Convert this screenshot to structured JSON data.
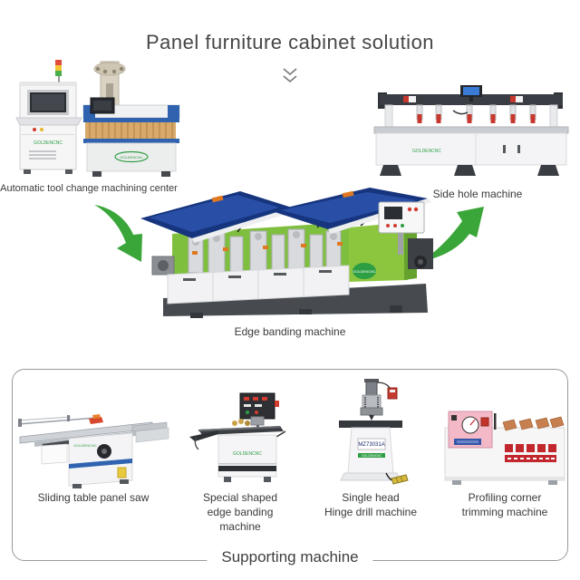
{
  "header": {
    "title": "Panel furniture cabinet solution",
    "chevron_icon": "double-chevron-down"
  },
  "flow": {
    "machines": [
      {
        "id": "atc",
        "label": "Automatic tool change machining center"
      },
      {
        "id": "edge_bander",
        "label": "Edge banding machine"
      },
      {
        "id": "side_hole",
        "label": "Side hole machine"
      }
    ],
    "arrows": [
      {
        "id": "left",
        "direction": "down-right"
      },
      {
        "id": "right",
        "direction": "up-right"
      }
    ],
    "arrow_color": "#3aa539"
  },
  "supporting": {
    "section_title": "Supporting machine",
    "machines": [
      {
        "id": "panel_saw",
        "label_lines": [
          "Sliding table panel saw",
          ""
        ]
      },
      {
        "id": "special_edge_bander",
        "label_lines": [
          "Special shaped",
          "edge banding machine"
        ]
      },
      {
        "id": "hinge_drill",
        "label_lines": [
          "Single head",
          "Hinge drill machine"
        ]
      },
      {
        "id": "corner_trimmer",
        "label_lines": [
          "Profiling corner",
          "trimming machine"
        ]
      }
    ]
  },
  "brand": {
    "logo_text": "GOLDENCNC",
    "logo_color": "#2e9e44"
  },
  "details": {
    "hinge_drill_model": "MZ73031A"
  },
  "colors": {
    "machine_green": "#86c440",
    "lid_blue": "#1d3f92",
    "accent_blue": "#2f63b0",
    "base_dark": "#474b50",
    "clamp_red": "#c8372d",
    "panel_pink": "#f3b9c7",
    "label_red": "#c1272d"
  }
}
